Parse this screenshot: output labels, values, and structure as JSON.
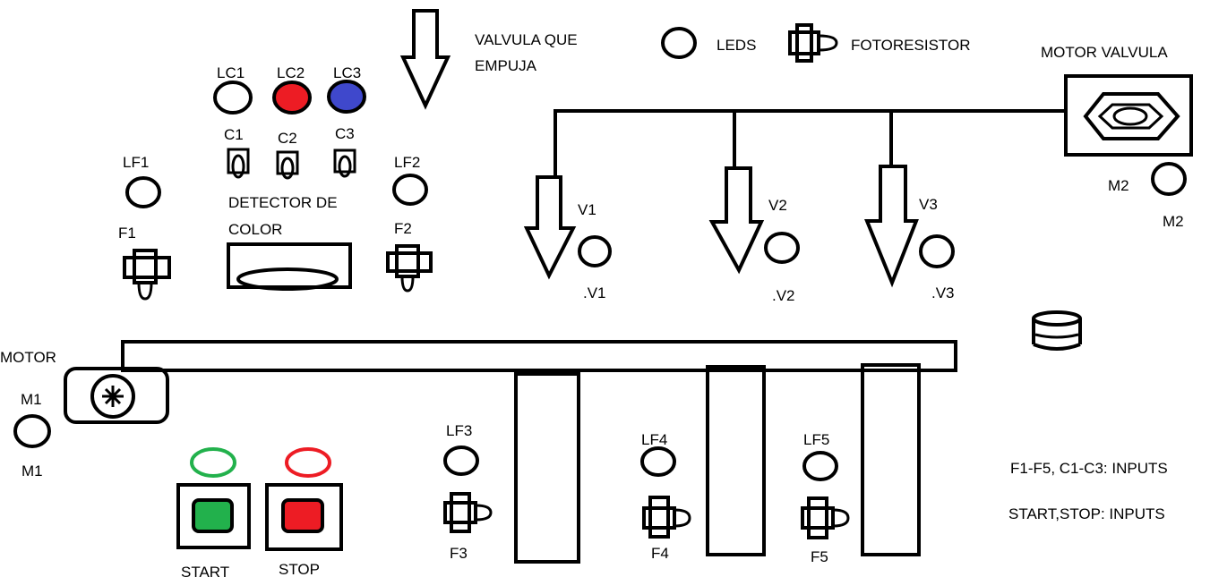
{
  "legend": {
    "valve_label_line1": "VALVULA QUE",
    "valve_label_line2": "EMPUJA",
    "leds_label": "LEDS",
    "photoresistor_label": "FOTORESISTOR"
  },
  "motor_valvula": {
    "title": "MOTOR VALVULA",
    "led_left": "M2",
    "led_right": "M2"
  },
  "color_leds": {
    "lc1": "LC1",
    "lc2": "LC2",
    "lc3": "LC3"
  },
  "color_sensors": {
    "c1": "C1",
    "c2": "C2",
    "c3": "C3"
  },
  "color_detector": {
    "line1": "DETECTOR DE",
    "line2": "COLOR"
  },
  "sensors": {
    "lf1": "LF1",
    "f1": "F1",
    "lf2": "LF2",
    "f2": "F2",
    "lf3": "LF3",
    "f3": "F3",
    "lf4": "LF4",
    "f4": "F4",
    "lf5": "LF5",
    "f5": "F5"
  },
  "valves": {
    "v1_top": "V1",
    "v1_bottom": ".V1",
    "v2_top": "V2",
    "v2_bottom": ".V2",
    "v3_top": "V3",
    "v3_bottom": ".V3"
  },
  "motor": {
    "title": "MOTOR",
    "m1_top": "M1",
    "m1_bottom": "M1"
  },
  "buttons": {
    "start": "START",
    "stop": "STOP"
  },
  "notes": {
    "inputs_sensors": "F1-F5, C1-C3: INPUTS",
    "inputs_buttons": "START,STOP: INPUTS"
  },
  "colors": {
    "led_red": "#ed1c24",
    "led_blue": "#3f48cc",
    "start_green": "#22b14c",
    "stop_red": "#ed1c24"
  }
}
